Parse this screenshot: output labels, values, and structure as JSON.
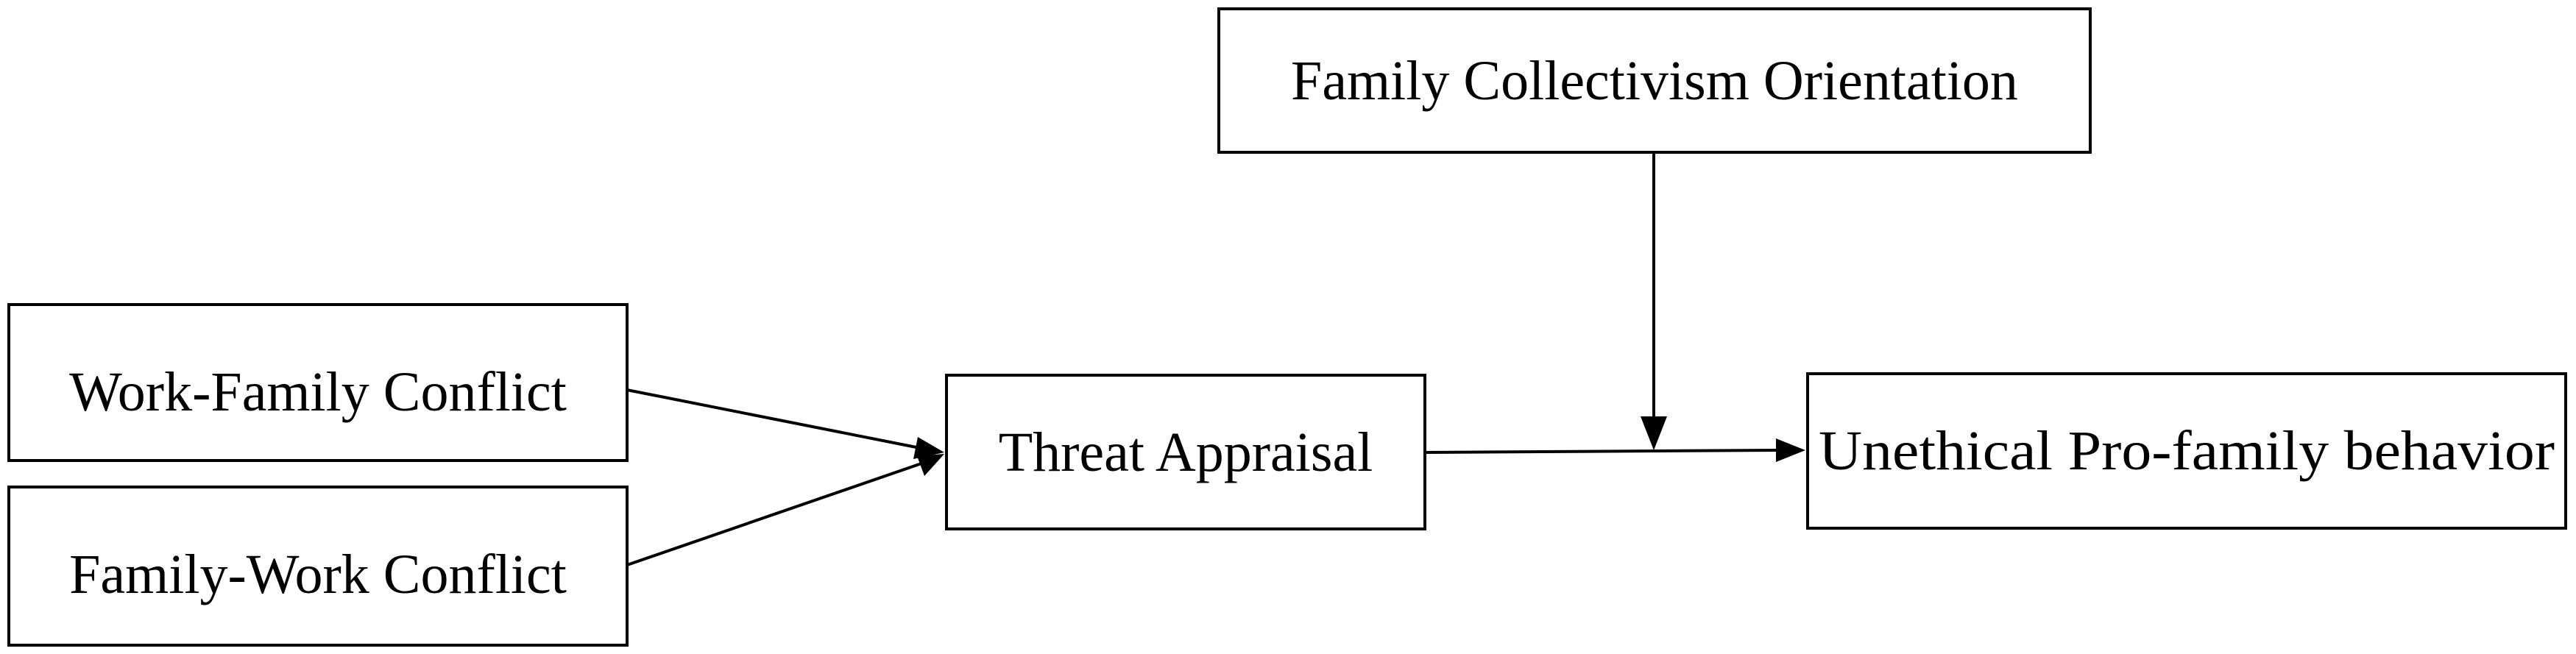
{
  "diagram": {
    "nodes": {
      "family_collectivism": {
        "label": "Family Collectivism Orientation"
      },
      "work_family_conflict": {
        "label": "Work-Family Conflict"
      },
      "family_work_conflict": {
        "label": "Family-Work Conflict"
      },
      "threat_appraisal": {
        "label": "Threat Appraisal"
      },
      "unethical_behavior": {
        "label": "Unethical Pro-family behavior"
      }
    },
    "edges": [
      {
        "from": "work_family_conflict",
        "to": "threat_appraisal"
      },
      {
        "from": "family_work_conflict",
        "to": "threat_appraisal"
      },
      {
        "from": "threat_appraisal",
        "to": "unethical_behavior"
      },
      {
        "from": "family_collectivism",
        "to": "threat_appraisal-unethical_behavior path"
      }
    ],
    "colors": {
      "stroke": "#000000",
      "background": "#ffffff"
    }
  }
}
